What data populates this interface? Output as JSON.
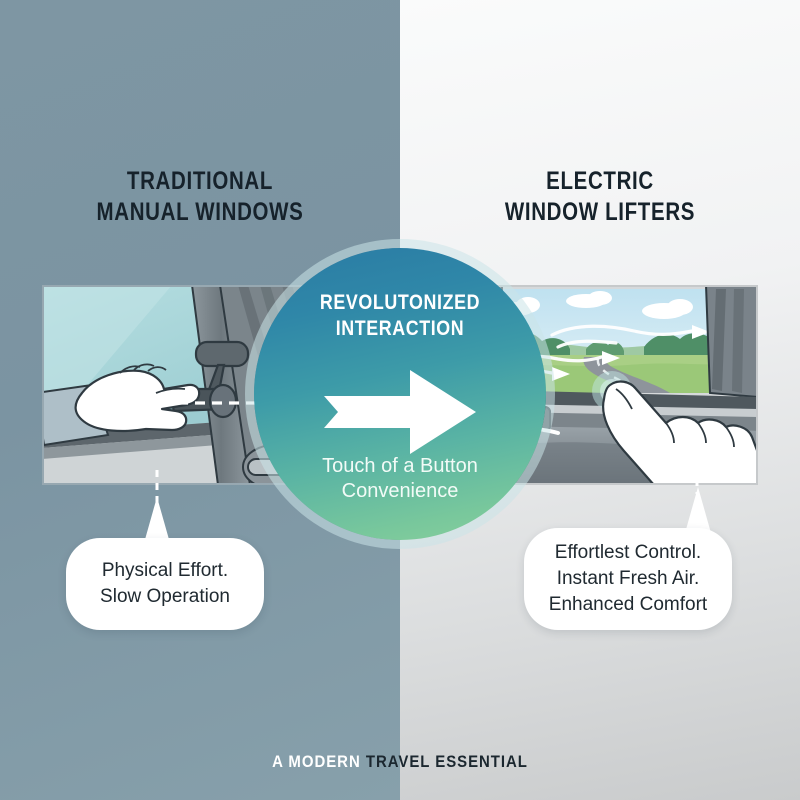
{
  "headings": {
    "left": "TRADITIONAL\nMANUAL WINDOWS",
    "right": "ELECTRIC\nWINDOW LIFTERS"
  },
  "center": {
    "title": "REVOLUTONIZED\nINTERACTION",
    "subtitle": "Touch of a Button\nConvenience",
    "arrow_icon": "right-arrow-icon",
    "gradient_top": "#2a7ba4",
    "gradient_bottom": "#89cf9c"
  },
  "callouts": {
    "left": "Physical Effort.\nSlow Operation",
    "right": "Effortlest Control.\nInstant Fresh Air.\nEnhanced Comfort"
  },
  "footer": {
    "part_one": "A MODERN",
    "part_two": " TRAVEL ESSENTIAL"
  },
  "illustrations": {
    "left": {
      "name": "manual-window-crank-illustration",
      "description": "Hand turning a manual window crank handle inside a car door"
    },
    "right": {
      "name": "electric-window-switch-illustration",
      "description": "Finger pressing an electric window switch, open window showing road and airflow arrows"
    }
  },
  "theme": {
    "left_background": "#7e96a3",
    "right_background": "#f1f2f3",
    "heading_color": "#16222b",
    "bubble_background": "#ffffff"
  }
}
